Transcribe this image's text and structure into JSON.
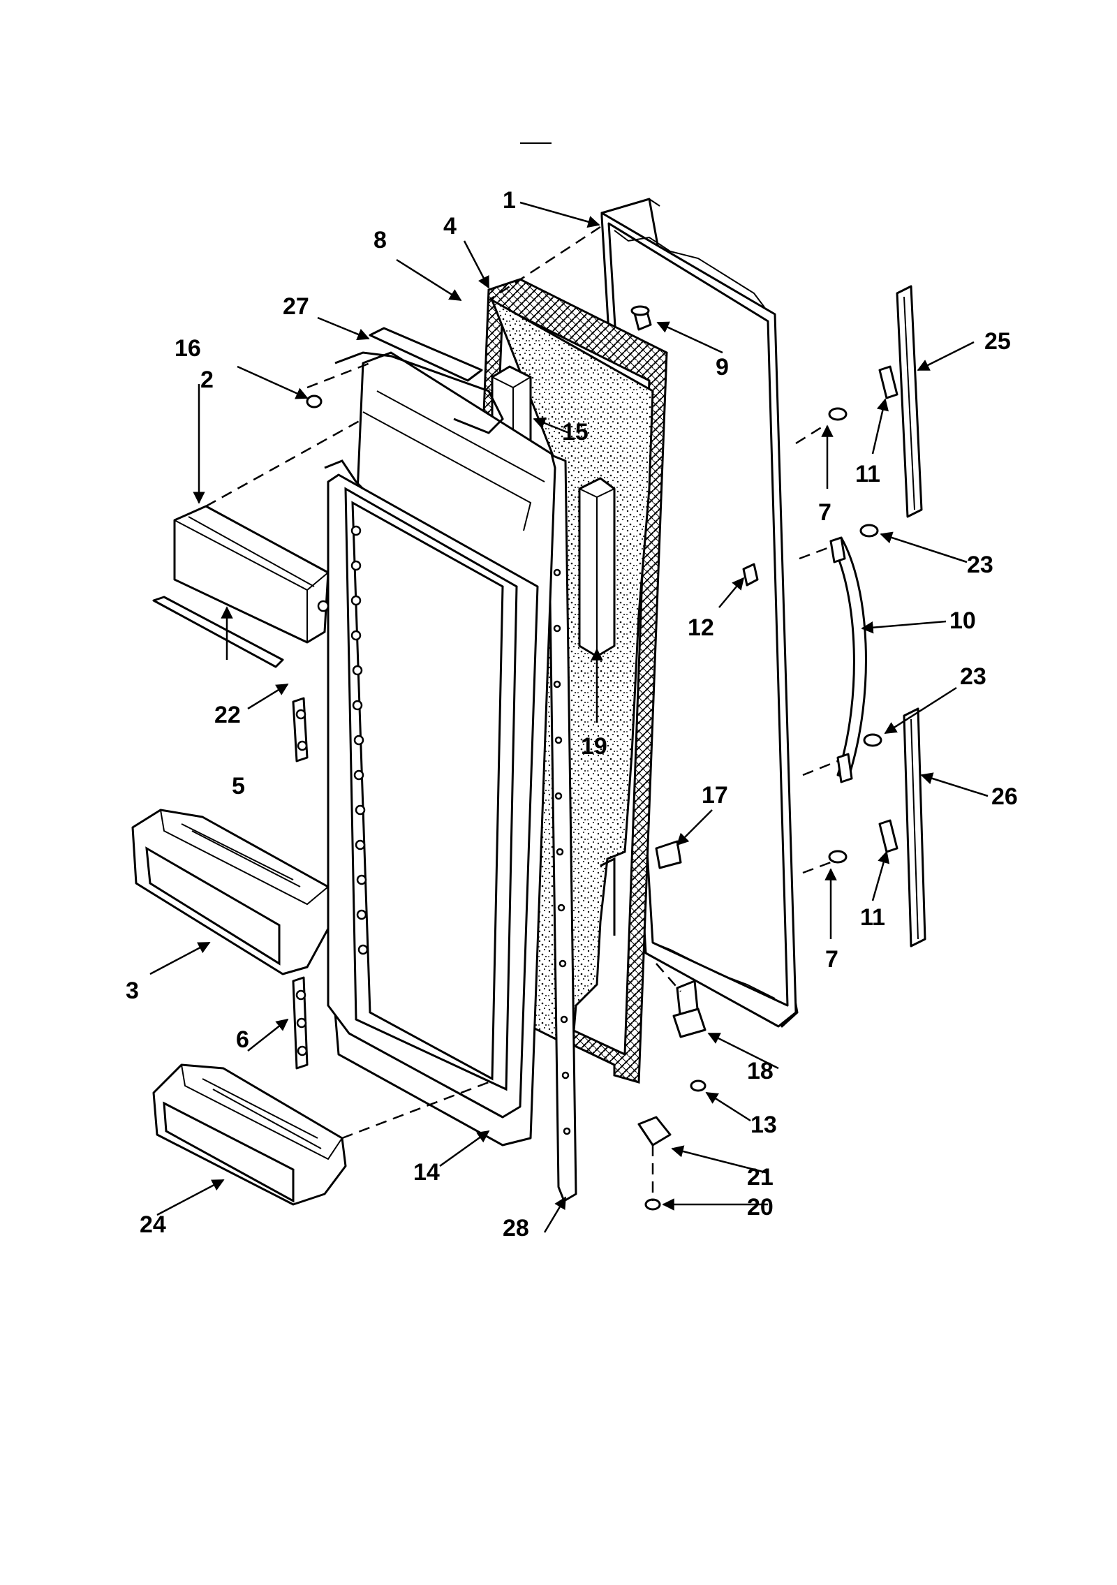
{
  "callouts": {
    "c1": "1",
    "c2": "2",
    "c3": "3",
    "c4": "4",
    "c5": "5",
    "c6": "6",
    "c7a": "7",
    "c7b": "7",
    "c8": "8",
    "c9": "9",
    "c10": "10",
    "c11a": "11",
    "c11b": "11",
    "c12": "12",
    "c13": "13",
    "c14": "14",
    "c15": "15",
    "c16": "16",
    "c17": "17",
    "c18": "18",
    "c19": "19",
    "c20": "20",
    "c21": "21",
    "c22": "22",
    "c23a": "23",
    "c23b": "23",
    "c24": "24",
    "c25": "25",
    "c26": "26",
    "c27": "27",
    "c28": "28"
  }
}
